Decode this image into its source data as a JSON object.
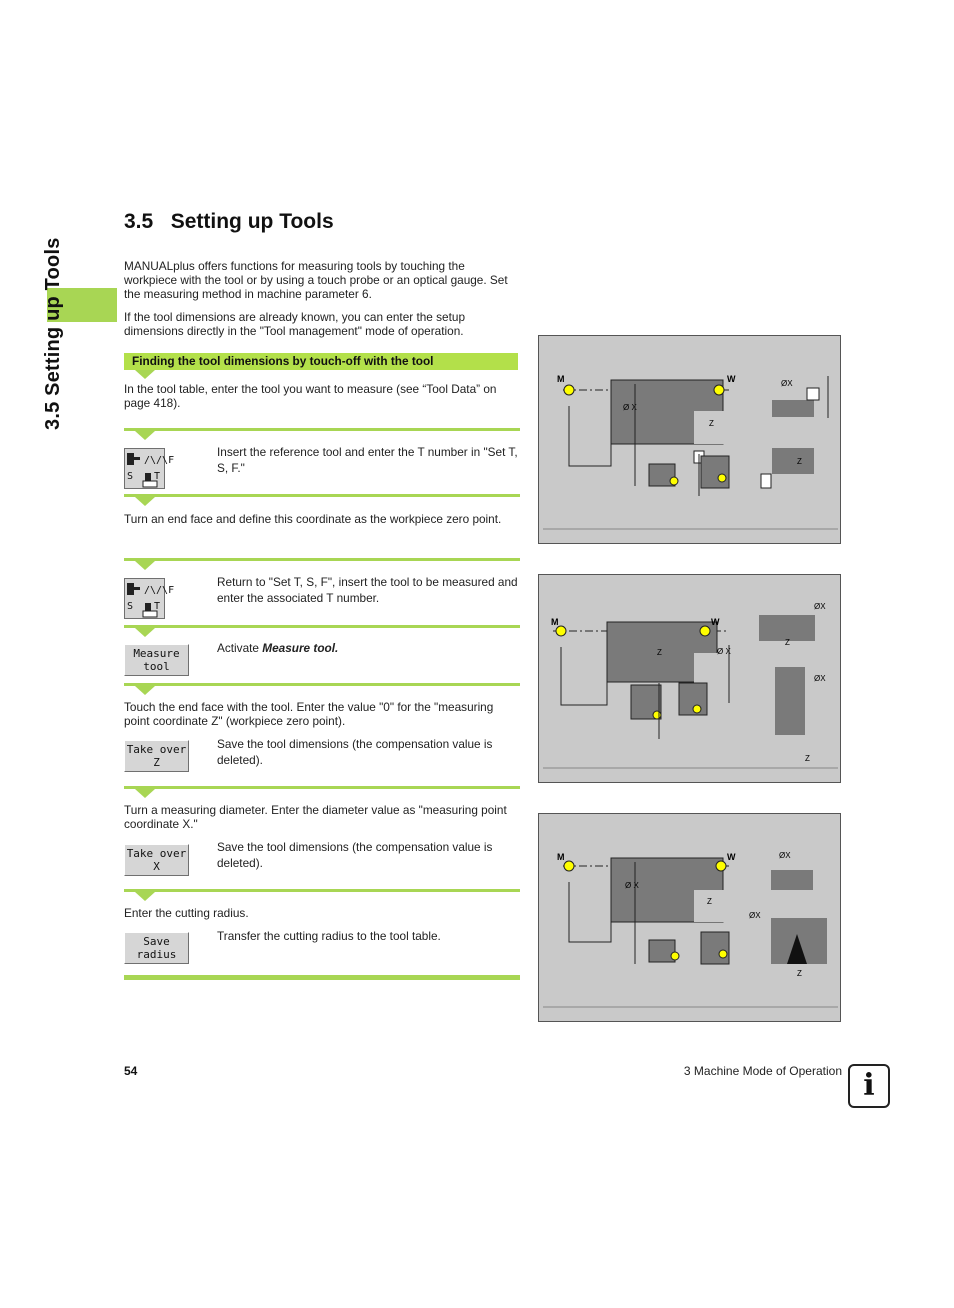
{
  "side_tab": {
    "title": "3.5 Setting up Tools"
  },
  "heading": {
    "number": "3.5",
    "title": "Setting up Tools"
  },
  "intro": {
    "p1": "MANUALplus offers functions for measuring tools by touching the workpiece with the tool or by using a touch probe or an optical gauge. Set the measuring method in machine parameter 6.",
    "p2": "If the tool dimensions are already known, you can enter the setup dimensions directly in the \"Tool management\" mode of operation."
  },
  "section": {
    "heading": "Finding the tool dimensions by touch-off with the tool",
    "step0": "In the tool table, enter the tool you want to measure (see “Tool Data” on page 418).",
    "step1": "Insert the reference tool and enter the T number in \"Set T, S, F.\"",
    "step2": "Turn an end face and define this coordinate as the workpiece zero point.",
    "step3": "Return to \"Set T, S, F\", insert the tool to be measured and enter the associated T number.",
    "step4_prefix": "Activate ",
    "step4_em": "Measure tool.",
    "step5": "Touch the end face with the tool. Enter the value \"0\" for the \"measuring point coordinate Z\" (workpiece zero point).",
    "step6": "Save the tool dimensions (the compensation value is deleted).",
    "step7": "Turn a measuring diameter. Enter the diameter value as \"measuring point coordinate X.\"",
    "step8": "Save the tool dimensions (the compensation value is deleted).",
    "step9": "Enter the cutting radius.",
    "step10": "Transfer the cutting radius to the tool table."
  },
  "softkeys": {
    "tsf": {
      "k1": "/\\/\\F",
      "k2": "S",
      "k3": "T"
    },
    "measure_tool": [
      "Measure",
      "tool"
    ],
    "take_over_z": [
      "Take over",
      "Z"
    ],
    "take_over_x": [
      "Take over",
      "X"
    ],
    "save_radius": [
      "Save",
      "radius"
    ]
  },
  "figures": {
    "fig1": {
      "m": "M",
      "w": "W",
      "dx": "ØX",
      "z": "Z",
      "xlabel": "Ø X"
    },
    "fig2": {
      "m": "M",
      "w": "W",
      "dx": "ØX",
      "z": "Z",
      "xlabel": "Ø X"
    },
    "fig3": {
      "m": "M",
      "w": "W",
      "dx": "ØX",
      "z": "Z",
      "xlabel": "Ø X"
    }
  },
  "colors": {
    "accent_green": "#a8d654",
    "subhead_green": "#b3e04a",
    "figure_bg": "#c9c9c9",
    "machine_dark": "#7a7a7a"
  },
  "footer": {
    "page_number": "54",
    "chapter": "3 Machine Mode of Operation",
    "icon": "info-icon"
  }
}
